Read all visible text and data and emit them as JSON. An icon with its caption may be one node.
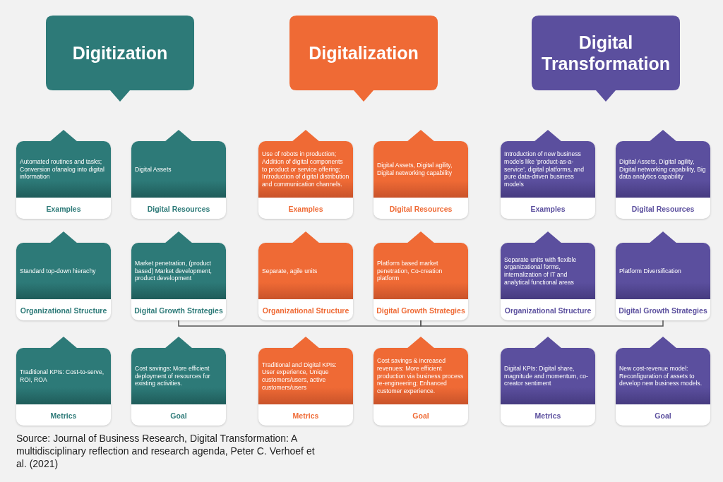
{
  "diagram": {
    "caption": "Source: Journal of Business Research, Digital Transformation: A multidisciplinary reflection and research agenda, Peter C. Verhoef et al. (2021)",
    "nodes": [
      {
        "text": [
          "Digitization"
        ]
      },
      {
        "text": [
          "Automated routines and tasks; Conversion ofanalog into digital information",
          "Examples"
        ]
      },
      {
        "text": [
          "Digital Assets",
          "Digital Resources"
        ]
      },
      {
        "text": [
          "Standard top-down hierachy",
          "Organizational Structure"
        ]
      },
      {
        "text": [
          "Market penetration, (product based) Market development, product development",
          "Digital Growth Strategies"
        ]
      },
      {
        "text": [
          "Traditional KPIs: Cost-to-serve, ROI, ROA",
          "Metrics"
        ]
      },
      {
        "text": [
          "Cost savings: More efficient deployment of resources for existing activities.",
          "Goal"
        ]
      },
      {
        "text": [
          "Digitalization"
        ]
      },
      {
        "text": [
          "Use of robots in production; Addition of digital components to product or service offering; Introduction of digital distribution and communication channels.",
          "Examples"
        ]
      },
      {
        "text": [
          "Digital Assets, Digital agility, Digital networking capability",
          "Digital Resources"
        ]
      },
      {
        "text": [
          "Separate, agile units",
          "Organizational Structure"
        ]
      },
      {
        "text": [
          "Platform based market penetration, Co-creation platform",
          "Digital Growth Strategies"
        ]
      },
      {
        "text": [
          "Traditional and Digital KPIs: User experience, Unique customers/users, active customers/users",
          "Metrics"
        ]
      },
      {
        "text": [
          "Cost savings & increased revenues: More efficient production via business process re-engineering; Enhanced customer experience.",
          "Goal"
        ]
      },
      {
        "text": [
          "Digital Transformation"
        ]
      },
      {
        "text": [
          "Introduction of new business models like 'product-as-a-service', digital platforms, and pure data-driven business models",
          "Examples"
        ]
      },
      {
        "text": [
          "Digital Assets, Digital agility, Digital networking capability, Big data analytics capability",
          "Digital Resources"
        ]
      },
      {
        "text": [
          "Separate units with flexible organizational forms, internalization of IT and analytical functional areas",
          "Organizational Structure"
        ]
      },
      {
        "text": [
          "Platform Diversification",
          "Digital Growth Strategies"
        ]
      },
      {
        "text": [
          "Digital KPIs: Digital share, magnitude and momentum, co-creator sentiment",
          "Metrics"
        ]
      },
      {
        "text": [
          "New cost-revenue model: Reconfiguration of assets to develop new business models.",
          "Goal"
        ]
      }
    ],
    "edges": [
      {
        "from": 4,
        "to": 11,
        "arrow": "none"
      },
      {
        "from": 11,
        "to": 18,
        "arrow": "none"
      }
    ]
  }
}
